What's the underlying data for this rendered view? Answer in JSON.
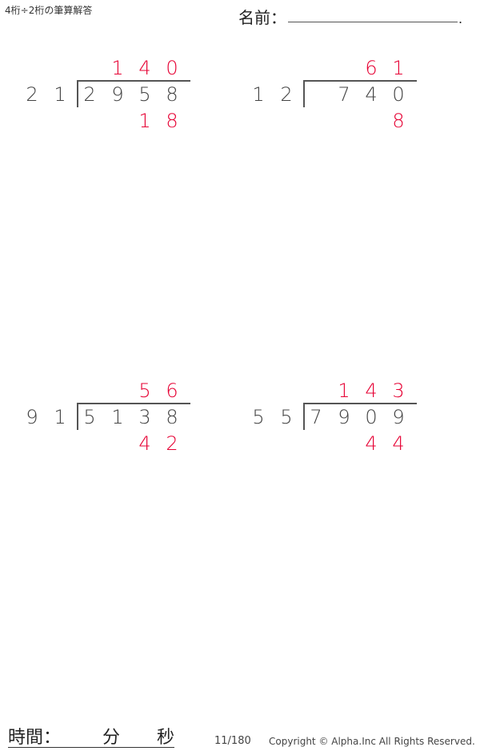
{
  "header": {
    "title": "4桁÷2桁の筆算解答",
    "name_label": "名前：",
    "name_end": "."
  },
  "colors": {
    "answer": "#e60033",
    "text": "#444444"
  },
  "problems": [
    {
      "divisor": [
        "2",
        "1"
      ],
      "dividend": [
        "2",
        "9",
        "5",
        "8"
      ],
      "quotient": [
        "1",
        "4",
        "0"
      ],
      "remainder": [
        "1",
        "8"
      ]
    },
    {
      "divisor": [
        "1",
        "2"
      ],
      "dividend": [
        "",
        "7",
        "4",
        "0"
      ],
      "quotient": [
        "6",
        "1"
      ],
      "remainder": [
        "8"
      ]
    },
    {
      "divisor": [
        "9",
        "1"
      ],
      "dividend": [
        "5",
        "1",
        "3",
        "8"
      ],
      "quotient": [
        "5",
        "6"
      ],
      "remainder": [
        "4",
        "2"
      ]
    },
    {
      "divisor": [
        "5",
        "5"
      ],
      "dividend": [
        "7",
        "9",
        "0",
        "9"
      ],
      "quotient": [
        "1",
        "4",
        "3"
      ],
      "remainder": [
        "4",
        "4"
      ]
    }
  ],
  "footer": {
    "time_label": "時間：",
    "minutes_label": "分",
    "seconds_label": "秒",
    "page": "11/180",
    "copyright": "Copyright © Alpha.Inc All Rights Reserved."
  }
}
